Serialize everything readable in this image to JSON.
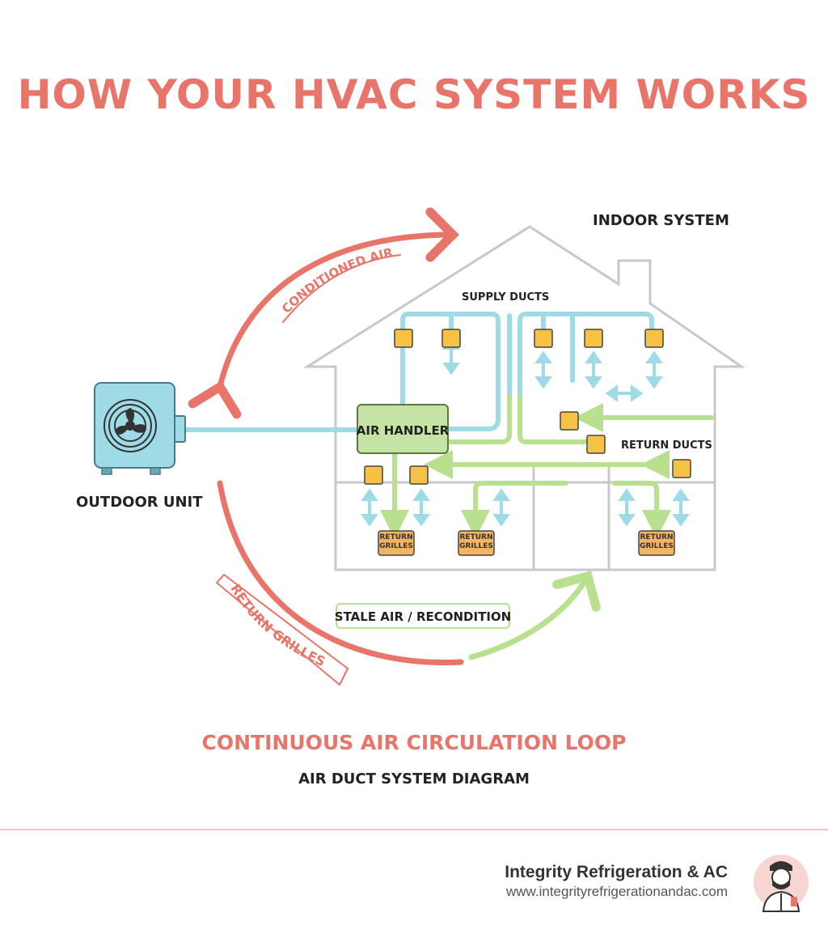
{
  "title": "HOW YOUR HVAC SYSTEM WORKS",
  "labels": {
    "indoor_system": "INDOOR SYSTEM",
    "outdoor_unit": "OUTDOOR UNIT",
    "supply_ducts": "SUPPLY DUCTS",
    "air_handler": "AIR HANDLER",
    "return_ducts": "RETURN DUCTS",
    "return_grilles_box": "RETURN GRILLES",
    "conditioned_air": "CONDITIONED AIR",
    "return_grilles_arc": "RETURN GRILLES",
    "stale_air": "STALE AIR / RECONDITION"
  },
  "footer": {
    "loop_title": "CONTINUOUS AIR CIRCULATION LOOP",
    "diagram_subtitle": "AIR DUCT SYSTEM DIAGRAM",
    "company": "Integrity Refrigeration & AC",
    "url": "www.integrityrefrigerationandac.com"
  },
  "colors": {
    "red": "#e8746a",
    "blue": "#9fdbe6",
    "green": "#b9e08e",
    "house": "#c8c8c8",
    "vent": "#f6c244"
  }
}
